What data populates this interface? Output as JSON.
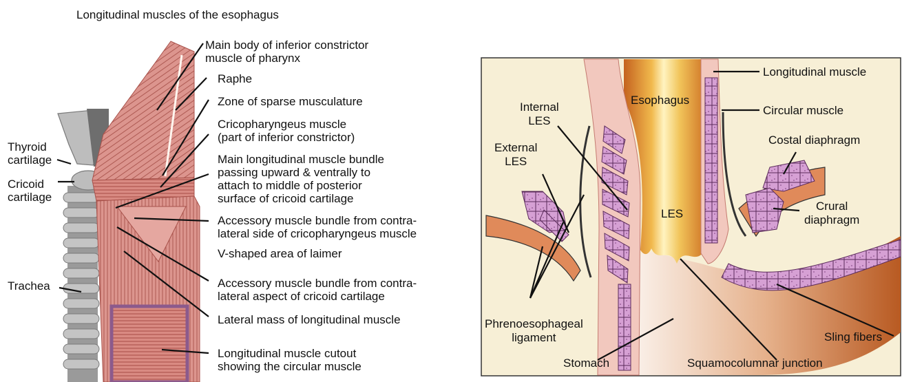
{
  "left_figure": {
    "title": "Longitudinal muscles of the esophagus",
    "labels": {
      "thyroid_cartilage": "Thyroid\ncartilage",
      "cricoid_cartilage": "Cricoid\ncartilage",
      "trachea": "Trachea",
      "main_body": "Main body of inferior constrictor\nmuscle of pharynx",
      "raphe": "Raphe",
      "zone_sparse": "Zone of sparse musculature",
      "cricopharyngeus": "Cricopharyngeus muscle\n(part of inferior constrictor)",
      "main_longitudinal": "Main longitudinal muscle bundle\npassing upward & ventrally to\nattach to middle of posterior\nsurface of cricoid cartilage",
      "accessory_contralateral_side": "Accessory muscle bundle from contra-\nlateral side of cricopharyngeus muscle",
      "v_shaped": "V-shaped area of laimer",
      "accessory_contralateral_aspect": "Accessory muscle bundle from contra-\nlateral aspect of cricoid cartilage",
      "lateral_mass": "Lateral mass of longitudinal muscle",
      "cutout": "Longitudinal muscle cutout\nshowing the circular muscle"
    }
  },
  "right_figure": {
    "labels": {
      "longitudinal_muscle": "Longitudinal muscle",
      "circular_muscle": "Circular muscle",
      "costal_diaphragm": "Costal diaphragm",
      "crural_diaphragm": "Crural\ndiaphragm",
      "sling_fibers": "Sling fibers",
      "squamocolumnar_junction": "Squamocolumnar junction",
      "stomach": "Stomach",
      "phrenoesophageal_ligament": "Phrenoesophageal\nligament",
      "external_les": "External\nLES",
      "internal_les": "Internal\nLES",
      "esophagus": "Esophagus",
      "les": "LES"
    }
  },
  "colors": {
    "muscle": "#d98f88",
    "muscle_line": "#a8524b",
    "cartilage": "#b8b8b8",
    "trachea": "#8c8c8c",
    "panel_bg": "#f7efd6",
    "diaphragm": "#d8a4d6",
    "stomach": "#c8703c",
    "cutout_border": "#8c5a8c"
  }
}
